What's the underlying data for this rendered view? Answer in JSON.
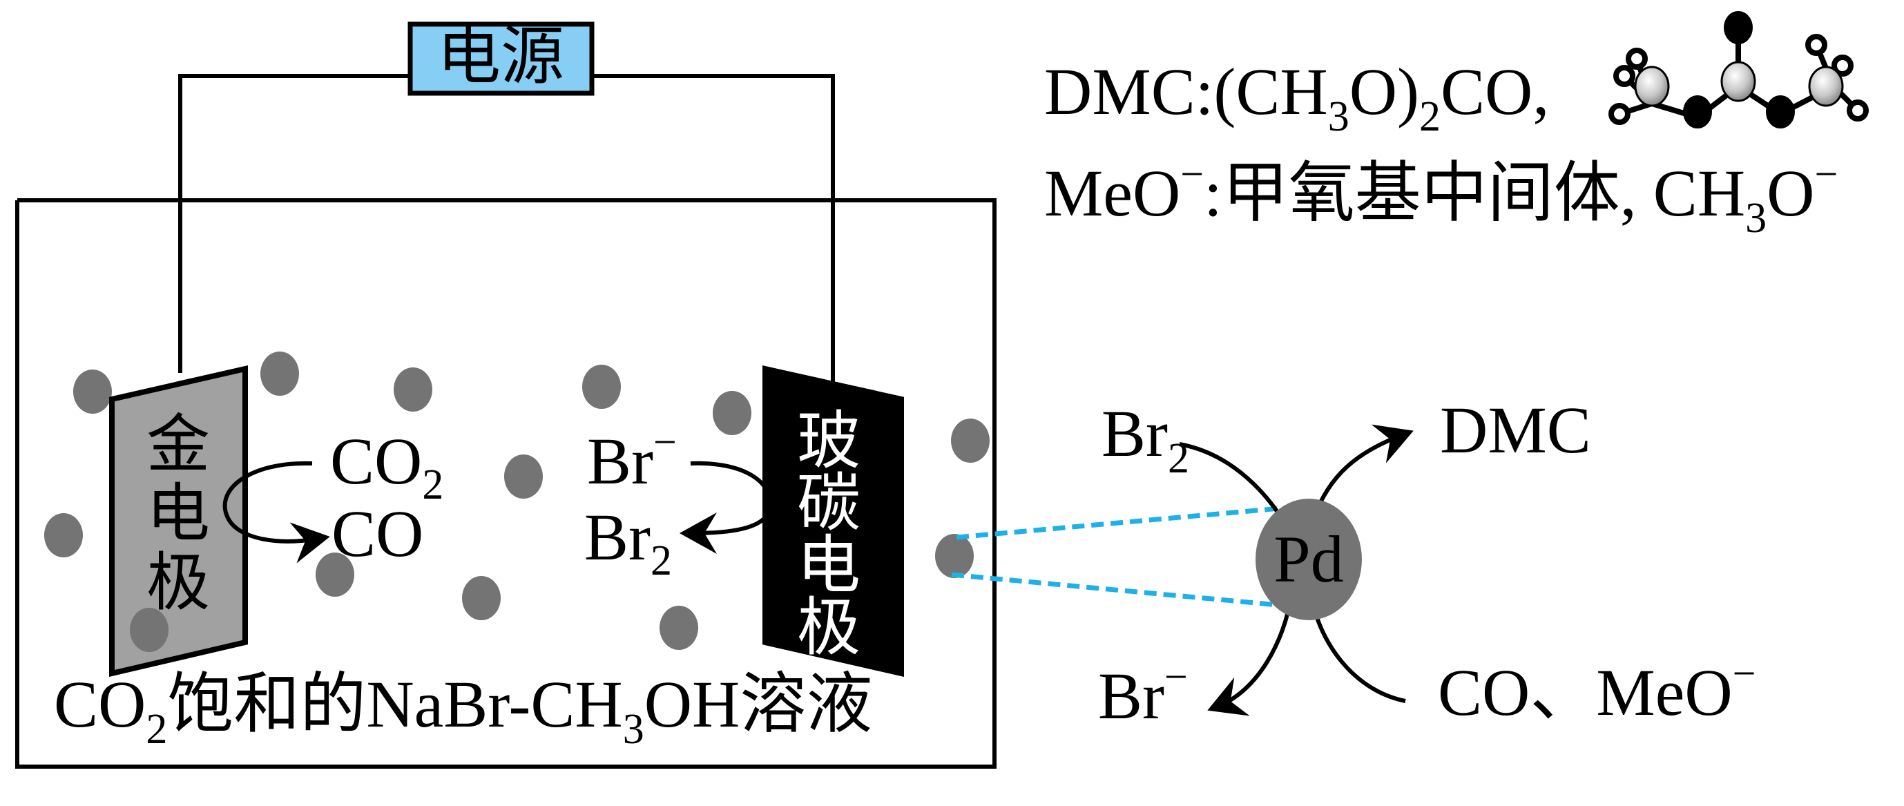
{
  "power_source": {
    "label": "电源",
    "fill": "#87CEF5"
  },
  "legend": {
    "dmc_line": {
      "prefix": "DMC:(CH",
      "sub1": "3",
      "mid": "O)",
      "sub2": "2",
      "suffix": "CO,"
    },
    "meo_line": {
      "prefix": "MeO",
      "sup": "−",
      "middle": ":甲氧基中间体, CH",
      "sub": "3",
      "suffix": "O",
      "sup2": "−"
    }
  },
  "cell": {
    "gold_electrode": {
      "chars": [
        "金",
        "电",
        "极"
      ],
      "fill": "#A0A1A0"
    },
    "carbon_electrode": {
      "chars": [
        "玻",
        "碳",
        "电",
        "极"
      ],
      "fill": "#000000"
    },
    "cathode_reaction": {
      "reactant": "CO",
      "reactant_sub": "2",
      "product": "CO"
    },
    "anode_reaction": {
      "reactant": "Br",
      "reactant_sup": "−",
      "product": "Br",
      "product_sub": "2"
    },
    "solution_label": {
      "p1": "CO",
      "sub1": "2",
      "p2": "饱和的NaBr-CH",
      "sub2": "3",
      "p3": "OH溶液"
    },
    "particle_color": "#747474"
  },
  "catalysis": {
    "center": "Pd",
    "center_fill": "#747474",
    "input_top": {
      "text": "Br",
      "sub": "2"
    },
    "output_top": {
      "text": "DMC"
    },
    "output_bottom": {
      "text": "Br",
      "sup": "−"
    },
    "input_bottom": {
      "text": "CO、MeO",
      "sup": "−"
    },
    "link_color": "#1EB0E8"
  }
}
